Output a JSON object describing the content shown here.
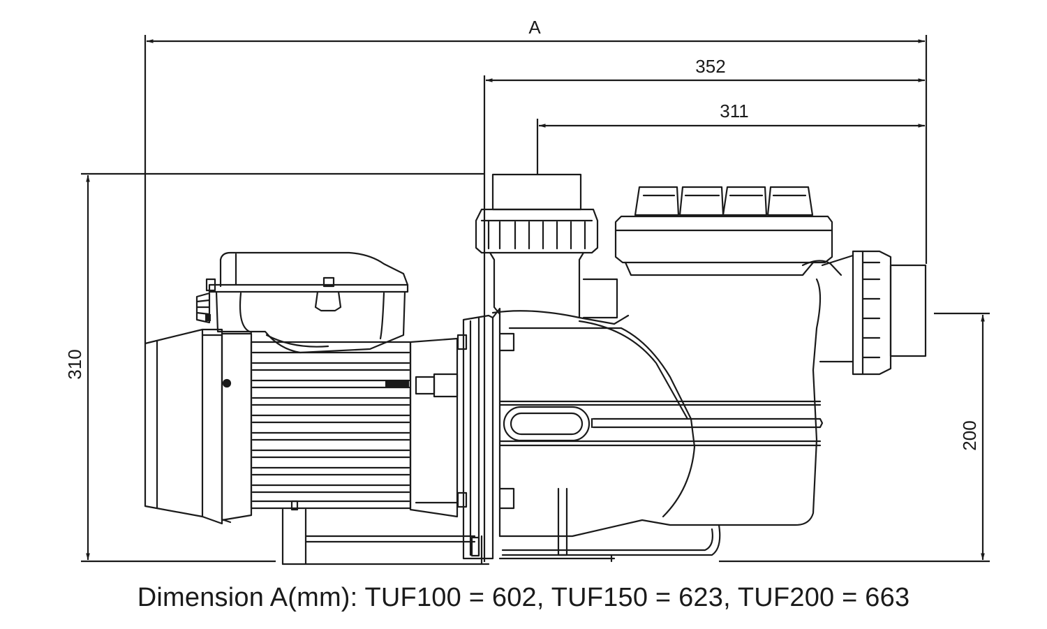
{
  "dimensions": {
    "overall_width": {
      "label": "A"
    },
    "width_352": {
      "label": "352"
    },
    "width_311": {
      "label": "311"
    },
    "height_310": {
      "label": "310"
    },
    "height_200": {
      "label": "200"
    }
  },
  "caption": "Dimension A(mm): TUF100 = 602, TUF150 = 623, TUF200 = 663",
  "colors": {
    "line": "#1a1a1a",
    "background": "#ffffff"
  }
}
